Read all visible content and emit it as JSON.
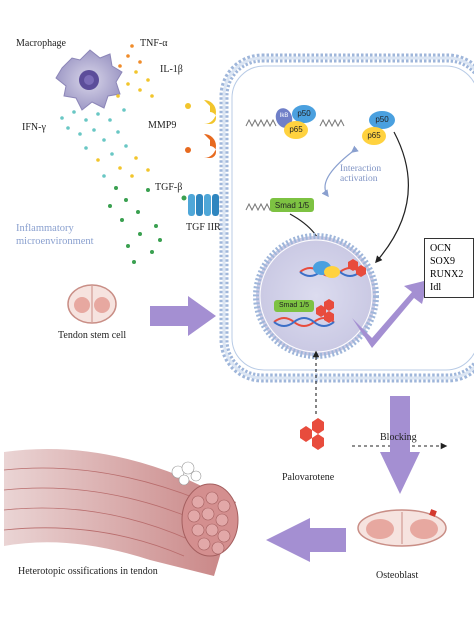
{
  "labels": {
    "macrophage": "Macrophage",
    "tnf": "TNF-α",
    "il1b": "IL-1β",
    "ifn": "IFN-γ",
    "mmp9": "MMP9",
    "tgfb": "TGF-β",
    "tgfr": "TGF IIR",
    "inflammatory": "Inflammatory\nmicroenvironment",
    "tendon_stem_cell": "Tendon stem cell",
    "p50": "p50",
    "p65": "p65",
    "ikb": "IkB",
    "interaction": "Interaction\nactivation",
    "smad": "Smad 1/5",
    "palovarotene": "Palovarotene",
    "blocking": "Blocking",
    "osteoblast": "Osteoblast",
    "heterotopic": "Heterotopic ossifications in tendon"
  },
  "genes": [
    "OCN",
    "SOX9",
    "RUNX2",
    "Idl"
  ],
  "colors": {
    "membrane": "#b8cbe6",
    "membrane_head": "#9fb6da",
    "nucleus_fill": "#d9d8ec",
    "arrow_purple": "#a48fd2",
    "p50": "#4aa0df",
    "p65": "#ffd23f",
    "smad": "#7dc242",
    "hex_red": "#e84c3d",
    "tendon": "#d99a9a"
  }
}
